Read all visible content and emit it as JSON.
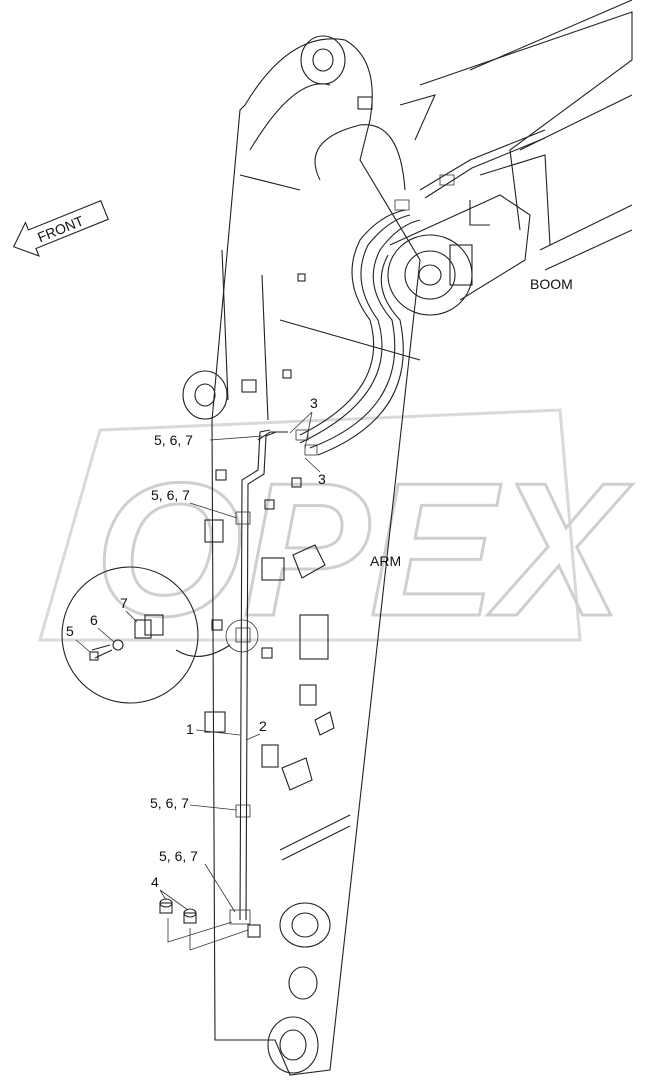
{
  "watermark": "OPEX",
  "labels": {
    "front": "FRONT",
    "boom": "BOOM",
    "arm": "ARM",
    "callouts": [
      "5, 6, 7",
      "3",
      "3",
      "5, 6, 7",
      "7",
      "6",
      "5",
      "1",
      "2",
      "5, 6, 7",
      "5, 6, 7",
      "4"
    ]
  }
}
